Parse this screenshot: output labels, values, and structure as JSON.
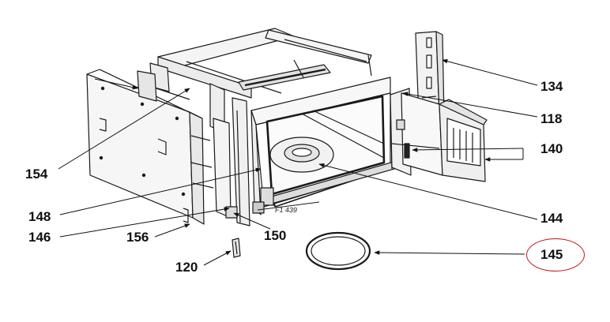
{
  "diagram": {
    "figure_code": "F1 439",
    "highlight_color": "#c0181c",
    "line_color": "#111111",
    "callouts": [
      {
        "id": "c134",
        "label": "134",
        "highlighted": false
      },
      {
        "id": "c118",
        "label": "118",
        "highlighted": false
      },
      {
        "id": "c140",
        "label": "140",
        "highlighted": false
      },
      {
        "id": "c154",
        "label": "154",
        "highlighted": false
      },
      {
        "id": "c148",
        "label": "148",
        "highlighted": false
      },
      {
        "id": "c144",
        "label": "144",
        "highlighted": false
      },
      {
        "id": "c146",
        "label": "146",
        "highlighted": false
      },
      {
        "id": "c156",
        "label": "156",
        "highlighted": false
      },
      {
        "id": "c150",
        "label": "150",
        "highlighted": false
      },
      {
        "id": "c145",
        "label": "145",
        "highlighted": true
      },
      {
        "id": "c120",
        "label": "120",
        "highlighted": false
      }
    ]
  }
}
